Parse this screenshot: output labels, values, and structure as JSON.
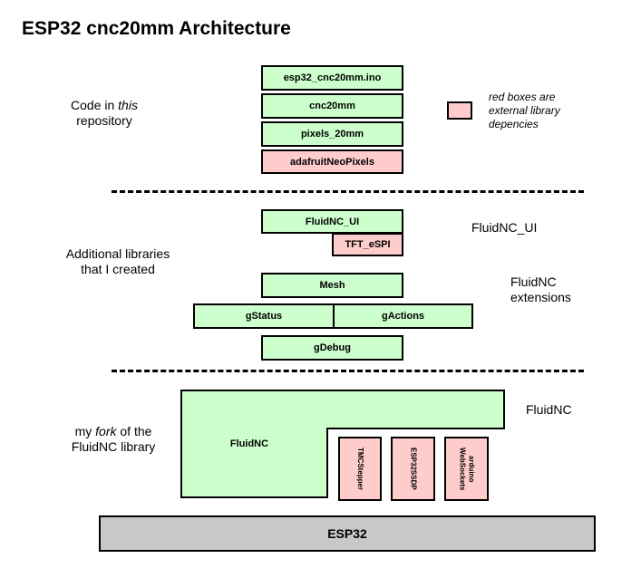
{
  "title": "ESP32 cnc20mm Architecture",
  "colors": {
    "library_box": "#ccffcc",
    "external_box": "#ffcccc",
    "hardware_box": "#c8c8c8"
  },
  "sections": {
    "repo": {
      "pre": "Code in ",
      "em": "this",
      "line2": "repository"
    },
    "libs": {
      "line1": "Additional libraries",
      "line2": "that I created"
    },
    "fork": {
      "pre": "my ",
      "em": "fork",
      "post": " of the",
      "line2": "FluidNC library"
    }
  },
  "legend": {
    "line1": "red boxes are",
    "line2": "external library",
    "line3": "depencies"
  },
  "groups": {
    "fluidnc_ui": "FluidNC_UI",
    "extensions_line1": "FluidNC",
    "extensions_line2": "extensions",
    "fluidnc": "FluidNC"
  },
  "boxes": {
    "ino": "esp32_cnc20mm.ino",
    "cnc20mm": "cnc20mm",
    "pixels": "pixels_20mm",
    "neopixels": "adafruitNeoPixels",
    "fluidnc_ui": "FluidNC_UI",
    "tft": "TFT_eSPI",
    "mesh": "Mesh",
    "gstatus": "gStatus",
    "gactions": "gActions",
    "gdebug": "gDebug",
    "fluidnc": "FluidNC",
    "tmcstepper": "TMCStepper",
    "esp32ssdp": "ESP32SSDP",
    "websockets_line1": "arduino",
    "websockets_line2": "WebSockets",
    "esp32": "ESP32"
  }
}
